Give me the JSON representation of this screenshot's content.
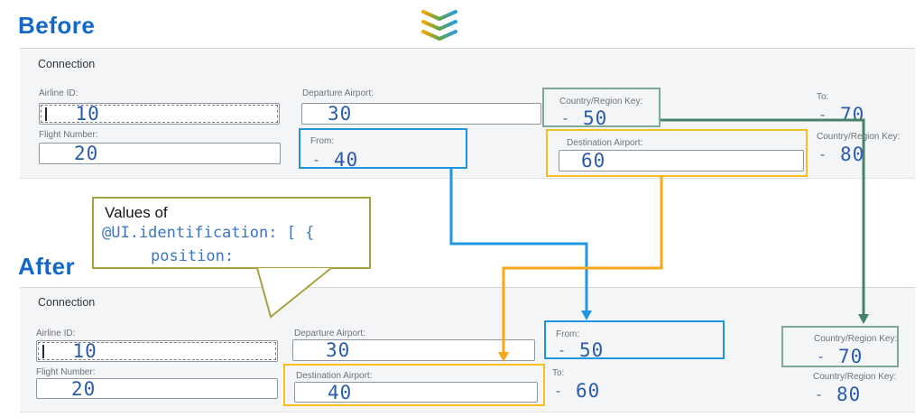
{
  "app": {
    "before_title": "Before",
    "after_title": "After"
  },
  "logo": {
    "name": "triple-chevron-logo"
  },
  "bubble": {
    "intro": "Values of",
    "code_line1": "@UI.identification: [ {",
    "code_line2": "position:"
  },
  "empty_marker": "-",
  "panels": {
    "before": {
      "section_title": "Connection",
      "fields": [
        {
          "label": "Airline ID:",
          "value": "10",
          "type": "input",
          "state": "focused"
        },
        {
          "label": "Flight Number:",
          "value": "20",
          "type": "input"
        },
        {
          "label": "Departure Airport:",
          "value": "30",
          "type": "input"
        },
        {
          "label": "From:",
          "value": "40",
          "type": "display",
          "highlight": "blue"
        },
        {
          "label": "Country/Region Key:",
          "value": "50",
          "type": "display",
          "highlight": "green"
        },
        {
          "label": "Destination Airport:",
          "value": "60",
          "type": "input",
          "highlight": "yellow"
        },
        {
          "label": "To:",
          "value": "70",
          "type": "display"
        },
        {
          "label": "Country/Region Key:",
          "value": "80",
          "type": "display"
        }
      ]
    },
    "after": {
      "section_title": "Connection",
      "fields": [
        {
          "label": "Airline ID:",
          "value": "10",
          "type": "input",
          "state": "focused"
        },
        {
          "label": "Flight Number:",
          "value": "20",
          "type": "input"
        },
        {
          "label": "Departure Airport:",
          "value": "30",
          "type": "input"
        },
        {
          "label": "Destination Airport:",
          "value": "40",
          "type": "input",
          "highlight": "yellow"
        },
        {
          "label": "From:",
          "value": "50",
          "type": "display",
          "highlight": "blue"
        },
        {
          "label": "To:",
          "value": "60",
          "type": "display"
        },
        {
          "label": "Country/Region Key:",
          "value": "70",
          "type": "display",
          "highlight": "green"
        },
        {
          "label": "Country/Region Key:",
          "value": "80",
          "type": "display"
        }
      ]
    }
  },
  "colors": {
    "title_blue": "#1368c8",
    "value_blue": "#2b5cab",
    "accent_blue": "#1e96e0",
    "accent_yellow": "#fbbd1d",
    "accent_orange": "#f7a717",
    "green_box": "#7fa895",
    "green_line": "#47826a",
    "olive": "#a7a240"
  }
}
